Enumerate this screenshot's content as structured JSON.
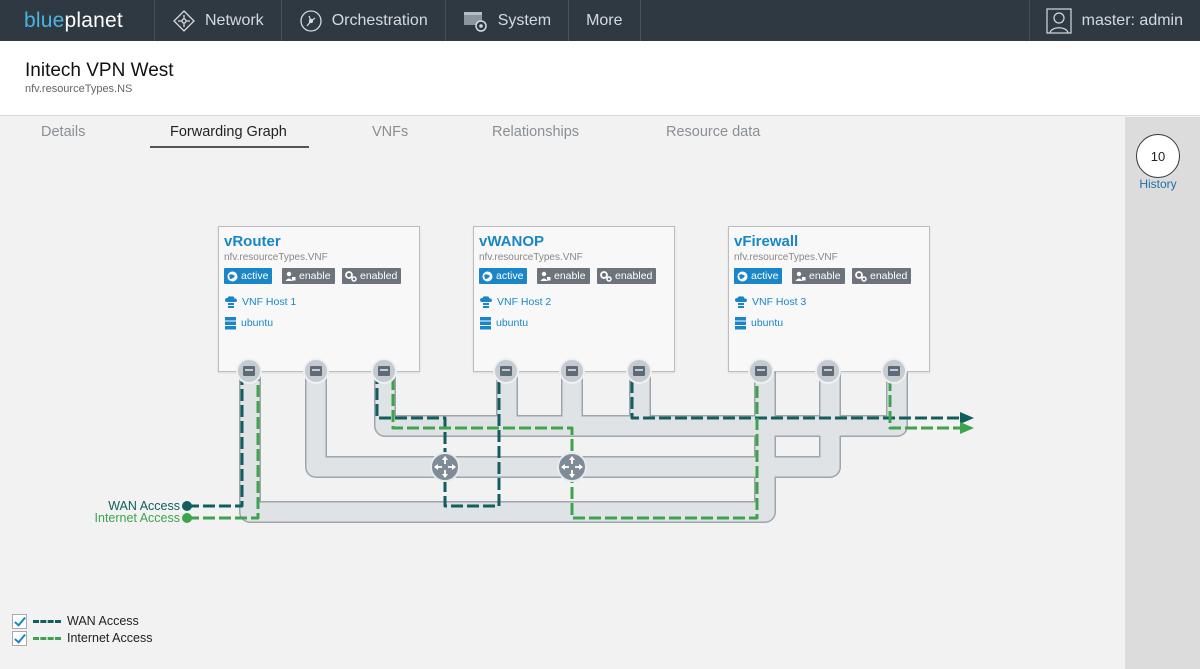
{
  "brand": {
    "part1": "blue",
    "part2": "planet"
  },
  "nav": {
    "items": [
      {
        "label": "Network",
        "icon": "network-icon"
      },
      {
        "label": "Orchestration",
        "icon": "orchestration-icon"
      },
      {
        "label": "System",
        "icon": "system-icon"
      },
      {
        "label": "More",
        "icon": ""
      }
    ],
    "user": "master: admin"
  },
  "header": {
    "title": "Initech VPN West",
    "subtitle": "nfv.resourceTypes.NS"
  },
  "tabs": [
    {
      "label": "Details",
      "active": false
    },
    {
      "label": "Forwarding Graph",
      "active": true
    },
    {
      "label": "VNFs",
      "active": false
    },
    {
      "label": "Relationships",
      "active": false
    },
    {
      "label": "Resource data",
      "active": false
    }
  ],
  "history": {
    "count": "10",
    "label": "History"
  },
  "vnfs": [
    {
      "name": "vRouter",
      "type": "nfv.resourceTypes.VNF",
      "status": "active",
      "admin": "enable",
      "state": "enabled",
      "host": "VNF Host 1",
      "image": "ubuntu"
    },
    {
      "name": "vWANOP",
      "type": "nfv.resourceTypes.VNF",
      "status": "active",
      "admin": "enable",
      "state": "enabled",
      "host": "VNF Host 2",
      "image": "ubuntu"
    },
    {
      "name": "vFirewall",
      "type": "nfv.resourceTypes.VNF",
      "status": "active",
      "admin": "enable",
      "state": "enabled",
      "host": "VNF Host 3",
      "image": "ubuntu"
    }
  ],
  "access": {
    "wan": "WAN Access",
    "internet": "Internet Access"
  },
  "legend": [
    {
      "label": "WAN Access",
      "checked": true
    },
    {
      "label": "Internet Access",
      "checked": true
    }
  ],
  "colors": {
    "wan": "#125e5e",
    "internet": "#3fa34d",
    "accent": "#1a86c7",
    "nav_bg": "#2f3941"
  }
}
